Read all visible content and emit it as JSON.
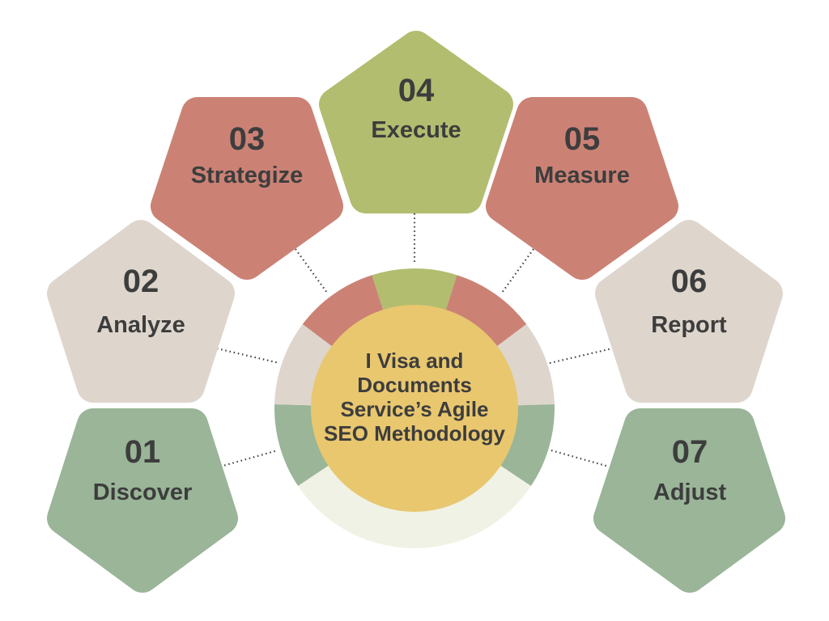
{
  "diagram": {
    "center": {
      "lines": [
        "I Visa and",
        "Documents",
        "Service’s Agile",
        "SEO Methodology"
      ]
    },
    "steps": [
      {
        "number": "01",
        "label": "Discover",
        "color": "#9ab598"
      },
      {
        "number": "02",
        "label": "Analyze",
        "color": "#ded6cd"
      },
      {
        "number": "03",
        "label": "Strategize",
        "color": "#cb8275"
      },
      {
        "number": "04",
        "label": "Execute",
        "color": "#b2bd6f"
      },
      {
        "number": "05",
        "label": "Measure",
        "color": "#cb8275"
      },
      {
        "number": "06",
        "label": "Report",
        "color": "#ded6cd"
      },
      {
        "number": "07",
        "label": "Adjust",
        "color": "#9ab598"
      }
    ],
    "colors": {
      "background": "#ffffff",
      "center_fill": "#e8c76f",
      "ring_remainder": "#f0f2e5",
      "text": "#3d3d3d",
      "connector": "#3d3d3d"
    }
  }
}
